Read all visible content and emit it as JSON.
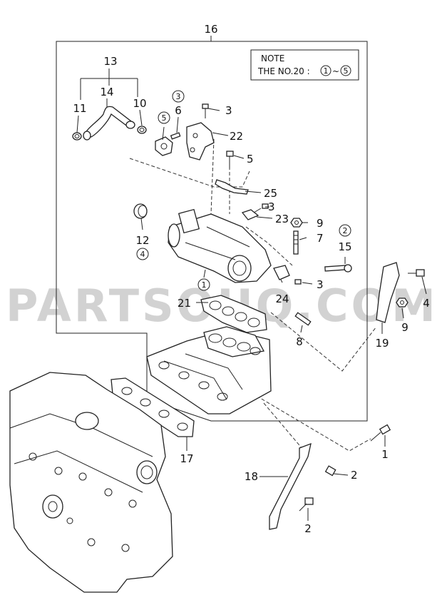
{
  "watermark": "PARTSOUQ.COM",
  "note": {
    "title": "NOTE",
    "line_prefix": "THE NO.20 :",
    "range_start": "1",
    "range_sep": "~",
    "range_end": "5"
  },
  "labels": {
    "n1": "1",
    "n2a": "2",
    "n2b": "2",
    "n3a": "3",
    "n3b": "3",
    "n3c": "3",
    "n4": "4",
    "n5": "5",
    "n6": "6",
    "n7": "7",
    "n8": "8",
    "n9a": "9",
    "n9b": "9",
    "n10": "10",
    "n11": "11",
    "n12": "12",
    "n13": "13",
    "n14": "14",
    "n15": "15",
    "n16": "16",
    "n17": "17",
    "n18": "18",
    "n19": "19",
    "n21": "21",
    "n22": "22",
    "n23": "23",
    "n24": "24",
    "n25": "25"
  },
  "circled": {
    "c1": "1",
    "c2": "2",
    "c3": "3",
    "c4": "4",
    "c5": "5"
  }
}
